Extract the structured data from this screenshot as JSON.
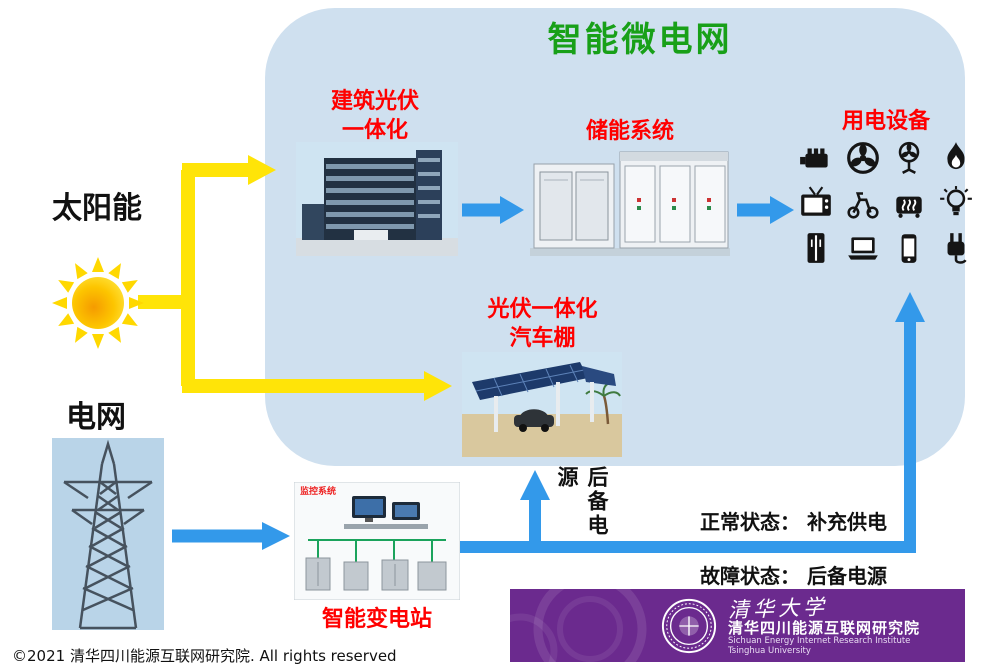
{
  "title": "智能微电网",
  "sources": {
    "solar": "太阳能",
    "grid": "电网"
  },
  "nodes": {
    "bipv": {
      "label_line1": "建筑光伏",
      "label_line2": "一体化"
    },
    "storage": {
      "label": "储能系统"
    },
    "devices": {
      "label": "用电设备",
      "icons": [
        "engine-icon",
        "round-fan-icon",
        "pedestal-fan-icon",
        "flame-icon",
        "tv-icon",
        "scooter-icon",
        "heater-icon",
        "bulb-icon",
        "refrigerator-icon",
        "laptop-icon",
        "phone-icon",
        "plug-icon"
      ]
    },
    "carport": {
      "label_line1": "光伏一体化",
      "label_line2": "汽车棚"
    },
    "substation": {
      "label": "智能变电站",
      "screen_caption": "监控系统"
    }
  },
  "backup": {
    "label": "后备电源"
  },
  "status": {
    "normal": "正常状态： 补充供电",
    "fault": "故障状态： 后备电源"
  },
  "banner": {
    "calligraphy": "清华大学",
    "institute_cn": "清华四川能源互联网研究院",
    "institute_en": "Sichuan Energy Internet Research Institute",
    "university_en": "Tsinghua University"
  },
  "footer": "©2021 清华四川能源互联网研究院. All rights reserved",
  "colors": {
    "panel_blue": "#cfe0ef",
    "title_green": "#18a018",
    "label_red": "#ff0000",
    "arrow_blue": "#3399ea",
    "arrow_yellow": "#ffe408",
    "banner_purple": "#6b2a8e"
  }
}
